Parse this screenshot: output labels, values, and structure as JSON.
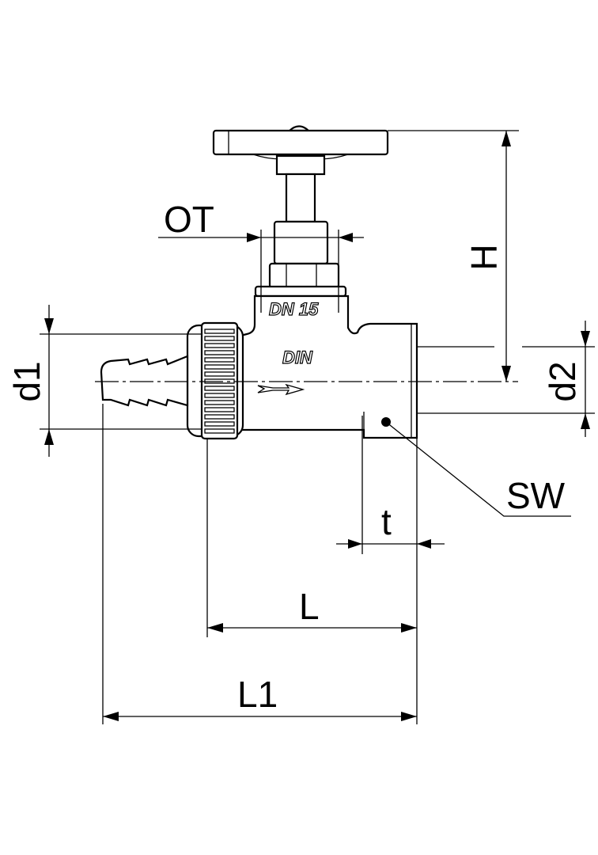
{
  "dimensions": {
    "ot": "OT",
    "h": "H",
    "d1": "d1",
    "d2": "d2",
    "sw": "SW",
    "t": "t",
    "l": "L",
    "l1": "L1"
  },
  "markings": {
    "size": "DN 15",
    "standard": "DIN"
  },
  "colors": {
    "line": "#000000",
    "background": "#ffffff"
  }
}
